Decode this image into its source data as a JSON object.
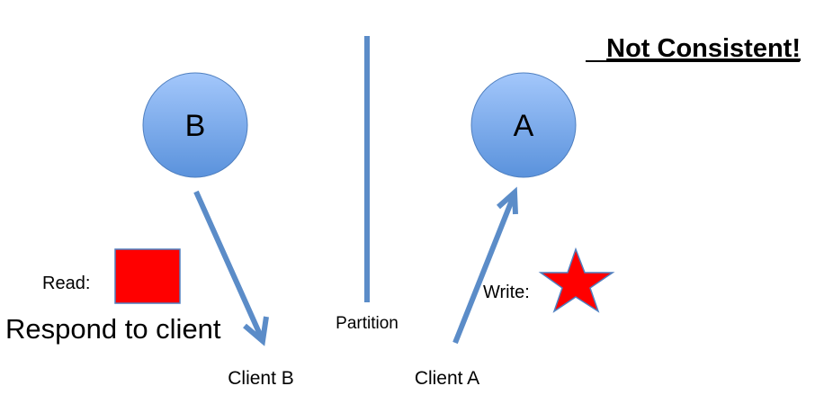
{
  "title": "Not Consistent!",
  "nodes": {
    "b": "B",
    "a": "A"
  },
  "labels": {
    "read": "Read:",
    "respond": "Respond to client",
    "partition": "Partition",
    "write": "Write:",
    "client_b": "Client B",
    "client_a": "Client A"
  },
  "colors": {
    "node": "#7aaef0",
    "arrow": "#5b8cc8",
    "shape": "#ff0000"
  }
}
